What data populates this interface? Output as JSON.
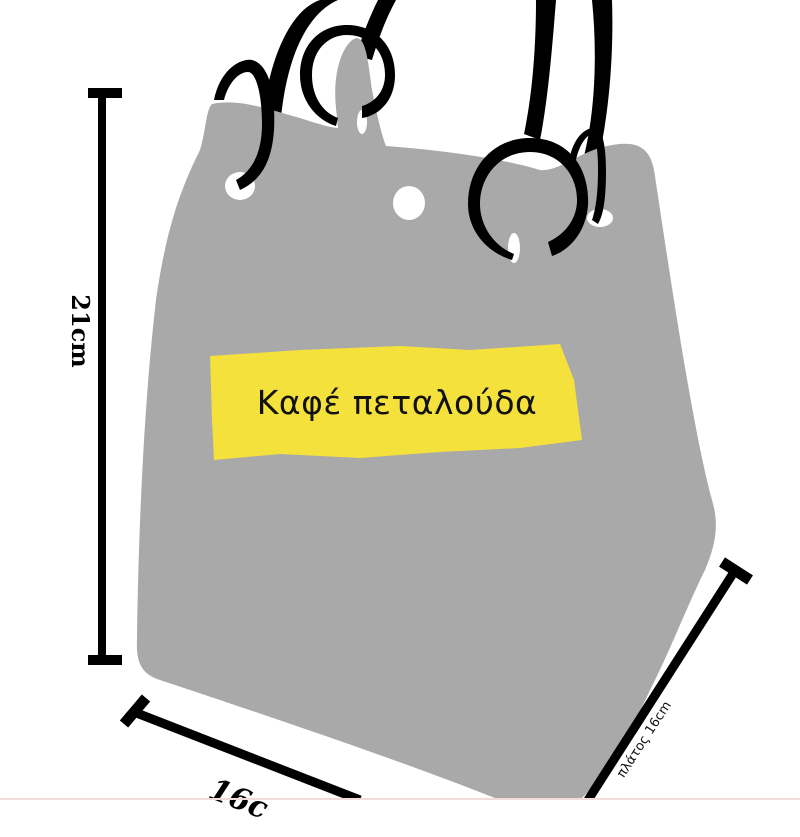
{
  "diagram": {
    "subject": "bucket bag dimension illustration",
    "bag_label": "Καφέ πεταλούδα",
    "dimensions": {
      "height": {
        "label": "21cm",
        "value": 21,
        "unit": "cm"
      },
      "width": {
        "label": "16c",
        "value": 16,
        "unit": "cm"
      },
      "depth": {
        "label": "πλάτος 16cm",
        "value": 16,
        "unit": "cm"
      }
    },
    "colors": {
      "background": "#ffffff",
      "bag_body": "#a9a9a9",
      "label_patch": "#f4e13c",
      "handles": "#000000",
      "dimension_lines": "#000000",
      "eyelet_holes": "#ffffff"
    }
  }
}
